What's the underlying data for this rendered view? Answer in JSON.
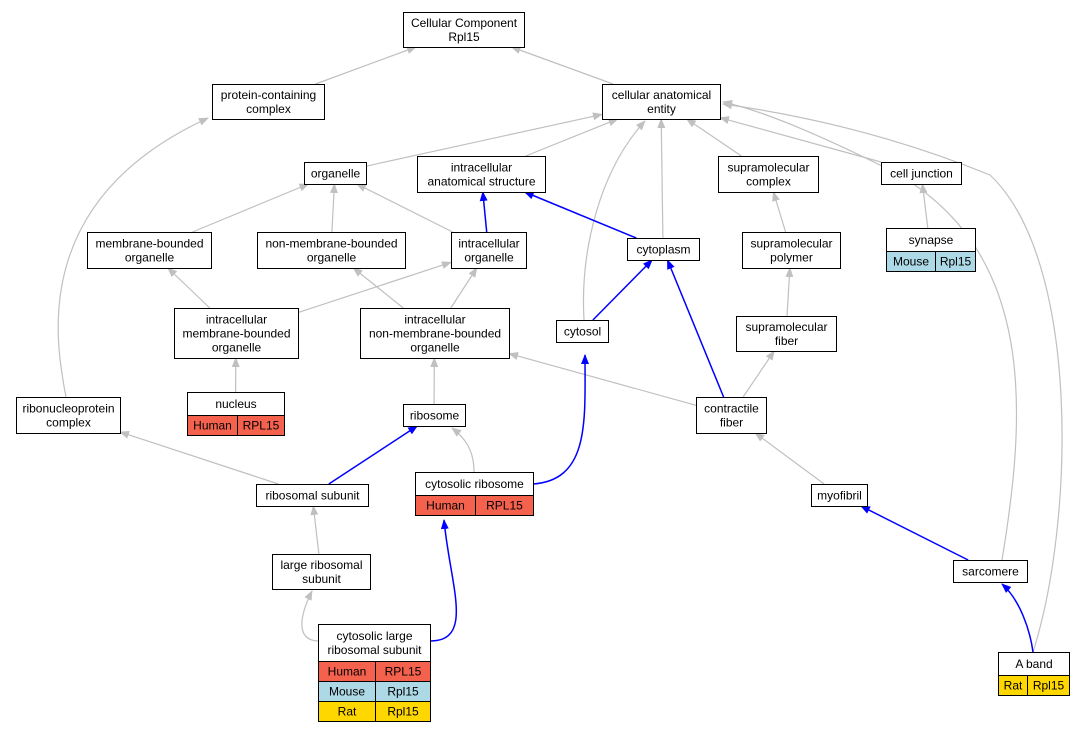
{
  "colors": {
    "edge_gray": "#c0c0c0",
    "edge_blue": "#0000ff",
    "human": "#f4614c",
    "mouse": "#add8e6",
    "rat": "#ffd700"
  },
  "nodes": {
    "root": {
      "lines": [
        "Cellular Component",
        "Rpl15"
      ]
    },
    "pcc": {
      "lines": [
        "protein-containing",
        "complex"
      ]
    },
    "cae": {
      "lines": [
        "cellular anatomical",
        "entity"
      ]
    },
    "organelle": {
      "lines": [
        "organelle"
      ]
    },
    "ias": {
      "lines": [
        "intracellular",
        "anatomical structure"
      ]
    },
    "supracomplex": {
      "lines": [
        "supramolecular",
        "complex"
      ]
    },
    "celljunction": {
      "lines": [
        "cell junction"
      ]
    },
    "mbo": {
      "lines": [
        "membrane-bounded",
        "organelle"
      ]
    },
    "nmbo": {
      "lines": [
        "non-membrane-bounded",
        "organelle"
      ]
    },
    "io": {
      "lines": [
        "intracellular",
        "organelle"
      ]
    },
    "cytoplasm": {
      "lines": [
        "cytoplasm"
      ]
    },
    "suprapolymer": {
      "lines": [
        "supramolecular",
        "polymer"
      ]
    },
    "synapse": {
      "lines": [
        "synapse"
      ],
      "species": [
        {
          "species": "Mouse",
          "gene": "Rpl15",
          "color": "mouse"
        }
      ]
    },
    "imbo": {
      "lines": [
        "intracellular",
        "membrane-bounded",
        "organelle"
      ]
    },
    "inmbo": {
      "lines": [
        "intracellular",
        "non-membrane-bounded",
        "organelle"
      ]
    },
    "cytosol": {
      "lines": [
        "cytosol"
      ]
    },
    "suprafiber": {
      "lines": [
        "supramolecular",
        "fiber"
      ]
    },
    "nucleus": {
      "lines": [
        "nucleus"
      ],
      "species": [
        {
          "species": "Human",
          "gene": "RPL15",
          "color": "human"
        }
      ]
    },
    "rnp": {
      "lines": [
        "ribonucleoprotein",
        "complex"
      ]
    },
    "ribosome": {
      "lines": [
        "ribosome"
      ]
    },
    "contractile": {
      "lines": [
        "contractile",
        "fiber"
      ]
    },
    "ribosubunit": {
      "lines": [
        "ribosomal subunit"
      ]
    },
    "cytoribo": {
      "lines": [
        "cytosolic ribosome"
      ],
      "species": [
        {
          "species": "Human",
          "gene": "RPL15",
          "color": "human"
        }
      ]
    },
    "myofibril": {
      "lines": [
        "myofibril"
      ]
    },
    "lrs": {
      "lines": [
        "large ribosomal",
        "subunit"
      ]
    },
    "sarcomere": {
      "lines": [
        "sarcomere"
      ]
    },
    "clrs": {
      "lines": [
        "cytosolic large",
        "ribosomal subunit"
      ],
      "species": [
        {
          "species": "Human",
          "gene": "RPL15",
          "color": "human"
        },
        {
          "species": "Mouse",
          "gene": "Rpl15",
          "color": "mouse"
        },
        {
          "species": "Rat",
          "gene": "Rpl15",
          "color": "rat"
        }
      ]
    },
    "aband": {
      "lines": [
        "A band"
      ],
      "species": [
        {
          "species": "Rat",
          "gene": "Rpl15",
          "color": "rat"
        }
      ]
    }
  },
  "edges": [
    {
      "from": "pcc",
      "to": "root",
      "color": "edge_gray"
    },
    {
      "from": "cae",
      "to": "root",
      "color": "edge_gray"
    },
    {
      "from": "organelle",
      "to": "cae",
      "color": "edge_gray"
    },
    {
      "from": "ias",
      "to": "cae",
      "color": "edge_gray"
    },
    {
      "from": "cytosol",
      "to": "cae",
      "color": "edge_gray"
    },
    {
      "from": "cytoplasm",
      "to": "cae",
      "color": "edge_gray"
    },
    {
      "from": "supracomplex",
      "to": "cae",
      "color": "edge_gray"
    },
    {
      "from": "celljunction",
      "to": "cae",
      "color": "edge_gray"
    },
    {
      "from": "sarcomere",
      "to": "cae",
      "color": "edge_gray"
    },
    {
      "from": "aband",
      "to": "cae",
      "color": "edge_gray"
    },
    {
      "from": "mbo",
      "to": "organelle",
      "color": "edge_gray"
    },
    {
      "from": "nmbo",
      "to": "organelle",
      "color": "edge_gray"
    },
    {
      "from": "io",
      "to": "organelle",
      "color": "edge_gray"
    },
    {
      "from": "io",
      "to": "ias",
      "color": "edge_blue"
    },
    {
      "from": "cytoplasm",
      "to": "ias",
      "color": "edge_blue"
    },
    {
      "from": "suprapolymer",
      "to": "supracomplex",
      "color": "edge_gray"
    },
    {
      "from": "synapse",
      "to": "celljunction",
      "color": "edge_gray"
    },
    {
      "from": "imbo",
      "to": "mbo",
      "color": "edge_gray"
    },
    {
      "from": "imbo",
      "to": "io",
      "color": "edge_gray"
    },
    {
      "from": "inmbo",
      "to": "nmbo",
      "color": "edge_gray"
    },
    {
      "from": "inmbo",
      "to": "io",
      "color": "edge_gray"
    },
    {
      "from": "cytosol",
      "to": "cytoplasm",
      "color": "edge_blue"
    },
    {
      "from": "contractile",
      "to": "cytoplasm",
      "color": "edge_blue"
    },
    {
      "from": "suprafiber",
      "to": "suprapolymer",
      "color": "edge_gray"
    },
    {
      "from": "nucleus",
      "to": "imbo",
      "color": "edge_gray"
    },
    {
      "from": "ribosome",
      "to": "inmbo",
      "color": "edge_gray"
    },
    {
      "from": "contractile",
      "to": "inmbo",
      "color": "edge_gray"
    },
    {
      "from": "contractile",
      "to": "suprafiber",
      "color": "edge_gray"
    },
    {
      "from": "rnp",
      "to": "pcc",
      "color": "edge_gray"
    },
    {
      "from": "ribosubunit",
      "to": "rnp",
      "color": "edge_gray"
    },
    {
      "from": "ribosubunit",
      "to": "ribosome",
      "color": "edge_blue"
    },
    {
      "from": "cytoribo",
      "to": "ribosome",
      "color": "edge_gray"
    },
    {
      "from": "cytoribo",
      "to": "cytosol",
      "color": "edge_blue"
    },
    {
      "from": "myofibril",
      "to": "contractile",
      "color": "edge_gray"
    },
    {
      "from": "lrs",
      "to": "ribosubunit",
      "color": "edge_gray"
    },
    {
      "from": "clrs",
      "to": "lrs",
      "color": "edge_gray"
    },
    {
      "from": "clrs",
      "to": "cytoribo",
      "color": "edge_blue"
    },
    {
      "from": "sarcomere",
      "to": "myofibril",
      "color": "edge_blue"
    },
    {
      "from": "aband",
      "to": "sarcomere",
      "color": "edge_blue"
    }
  ]
}
